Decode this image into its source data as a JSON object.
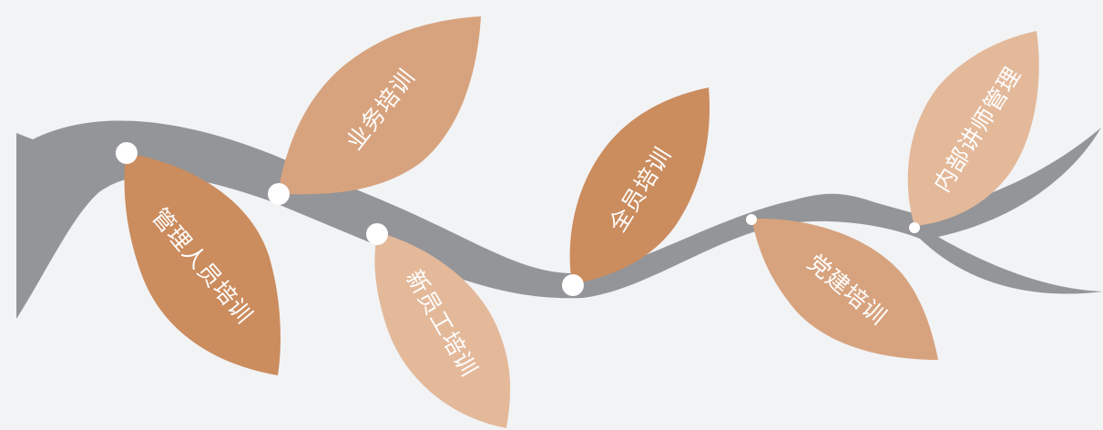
{
  "colors": {
    "background": "#f2f3f5",
    "branch": "#939598",
    "leaf_dark": "#cb8c5e",
    "leaf_medium": "#d7a37e",
    "leaf_light": "#e3b99a",
    "node": "#ffffff"
  },
  "leaves": [
    {
      "label": "管理人员培训",
      "tone": "dark"
    },
    {
      "label": "业务培训",
      "tone": "medium"
    },
    {
      "label": "新员工培训",
      "tone": "light"
    },
    {
      "label": "全员培训",
      "tone": "dark"
    },
    {
      "label": "党建培训",
      "tone": "medium"
    },
    {
      "label": "内部讲师管理",
      "tone": "light"
    }
  ]
}
